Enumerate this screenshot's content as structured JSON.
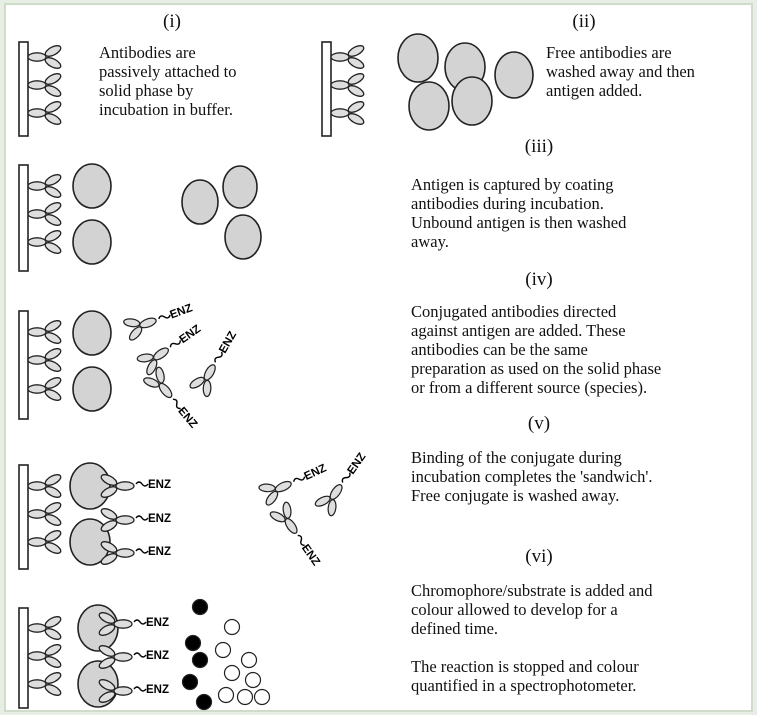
{
  "steps": [
    {
      "label": "(i)",
      "lines": [
        "Antibodies are",
        "passively attached to",
        "solid phase by",
        "incubation in buffer."
      ]
    },
    {
      "label": "(ii)",
      "lines": [
        "Free antibodies are",
        "washed away and then",
        "antigen added."
      ]
    },
    {
      "label": "(iii)",
      "lines": [
        "Antigen is captured by coating",
        "antibodies during incubation.",
        "Unbound antigen is then washed",
        "away."
      ]
    },
    {
      "label": "(iv)",
      "lines": [
        "Conjugated antibodies directed",
        "against antigen are added. These",
        "antibodies can be the same",
        "preparation as used on the solid phase",
        "or from a different source (species)."
      ]
    },
    {
      "label": "(v)",
      "lines": [
        "Binding of the conjugate during",
        "incubation completes the 'sandwich'.",
        "Free conjugate is washed away."
      ]
    },
    {
      "label": "(vi)",
      "lines": [
        "Chromophore/substrate is added and",
        "colour allowed to develop for a",
        "defined time.",
        "",
        "The reaction is stopped and colour",
        "quantified in a spectrophotometer."
      ]
    }
  ],
  "enzyme_label": "ENZ",
  "colors": {
    "background": "#e7efe5",
    "panel": "#ffffff",
    "antigen_fill": "#d3d3d3",
    "antibody_fill": "#dedede",
    "ink": "#111111"
  }
}
